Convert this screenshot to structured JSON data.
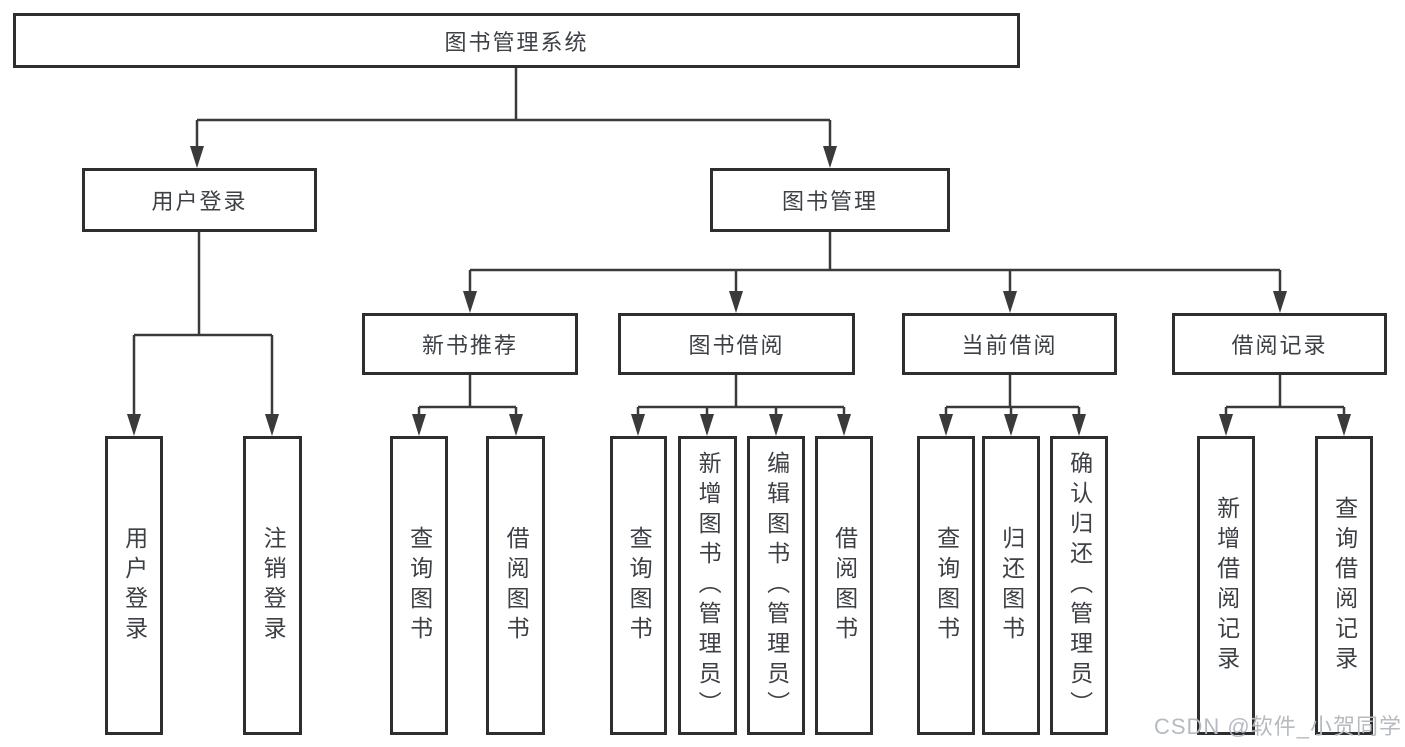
{
  "diagram_title": "图书管理系统",
  "boxes": {
    "root": "图书管理系统",
    "user_login": "用户登录",
    "book_mgmt": "图书管理",
    "new_book_rec": "新书推荐",
    "book_borrow": "图书借阅",
    "current_borrow": "当前借阅",
    "borrow_records": "借阅记录",
    "leaf_user_login": "用户登录",
    "leaf_logout": "注销登录",
    "leaf_query_book_1": "查询图书",
    "leaf_borrow_book_1": "借阅图书",
    "leaf_query_book_2": "查询图书",
    "leaf_add_book": "新增图书（管理员）",
    "leaf_edit_book": "编辑图书（管理员）",
    "leaf_borrow_book_2": "借阅图书",
    "leaf_query_book_3": "查询图书",
    "leaf_return_book": "归还图书",
    "leaf_confirm_return": "确认归还（管理员）",
    "leaf_add_borrow_record": "新增借阅记录",
    "leaf_query_borrow_record": "查询借阅记录"
  },
  "hierarchy": {
    "root": [
      "user_login",
      "book_mgmt"
    ],
    "user_login": [
      "leaf_user_login",
      "leaf_logout"
    ],
    "book_mgmt": [
      "new_book_rec",
      "book_borrow",
      "current_borrow",
      "borrow_records"
    ],
    "new_book_rec": [
      "leaf_query_book_1",
      "leaf_borrow_book_1"
    ],
    "book_borrow": [
      "leaf_query_book_2",
      "leaf_add_book",
      "leaf_edit_book",
      "leaf_borrow_book_2"
    ],
    "current_borrow": [
      "leaf_query_book_3",
      "leaf_return_book",
      "leaf_confirm_return"
    ],
    "borrow_records": [
      "leaf_add_borrow_record",
      "leaf_query_borrow_record"
    ]
  },
  "watermark": "CSDN @软件_小贺同学",
  "colors": {
    "line": "#3a3a3a",
    "box_border": "#2e2e2e",
    "box_fill": "#ffffff",
    "text": "#3d4045",
    "watermark": "#b6bac1"
  }
}
